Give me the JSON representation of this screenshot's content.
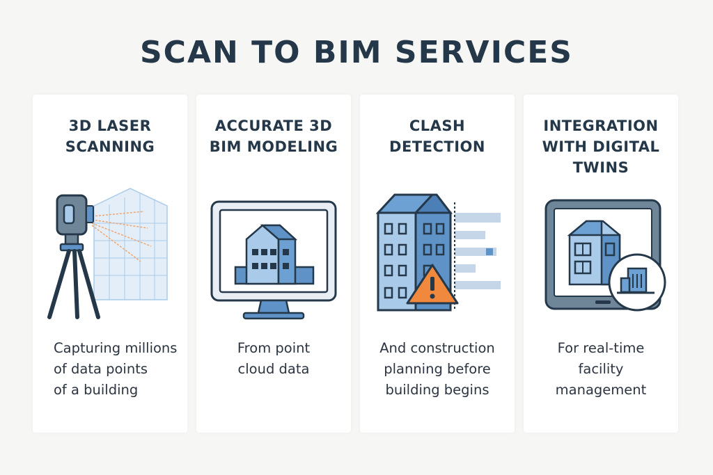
{
  "title": "SCAN TO BIM SERVICES",
  "colors": {
    "dark": "#24384a",
    "blue": "#5f93c8",
    "light_blue": "#a9cbe9",
    "pale_blue": "#e3eef9",
    "warning": "#f0883e"
  },
  "cards": [
    {
      "title": "3D LASER\nSCANNING",
      "icon": "laser-scanner-icon",
      "description": "Capturing millions\nof data points\nof a building"
    },
    {
      "title": "ACCURATE 3D\nBIM MODELING",
      "icon": "monitor-building-icon",
      "description": "From point\ncloud data"
    },
    {
      "title": "CLASH\nDETECTION",
      "icon": "clash-warning-icon",
      "description": "And construction\nplanning before\nbuilding begins"
    },
    {
      "title": "INTEGRATION\nWITH DIGITAL\nTWINS",
      "icon": "digital-twin-tablet-icon",
      "description": "For real-time\nfacility\nmanagement"
    }
  ]
}
